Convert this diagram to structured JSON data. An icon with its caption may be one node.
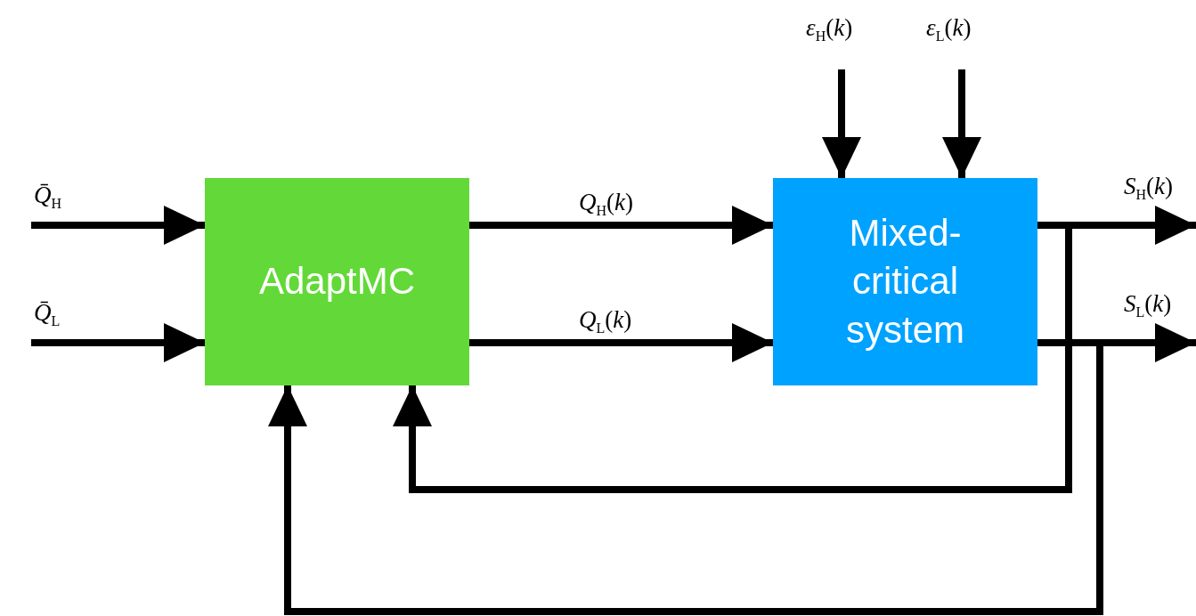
{
  "diagram": {
    "nodes": [
      {
        "text": [
          "AdaptMC"
        ]
      },
      {
        "text": [
          "Mixed-critical system"
        ]
      }
    ],
    "edges": [
      {
        "from": null,
        "to": 0,
        "arrow": "to",
        "label": "*Q̄*$_{H}$"
      },
      {
        "from": null,
        "to": 0,
        "arrow": "to",
        "label": "*Q̄*$_{L}$"
      },
      {
        "from": 0,
        "to": 1,
        "arrow": "to",
        "label": "*Q*$_{H}$(*k*)"
      },
      {
        "from": 0,
        "to": 1,
        "arrow": "to",
        "label": "*Q*$_{L}$(*k*)"
      },
      {
        "from": null,
        "to": 1,
        "arrow": "to",
        "label": "*ε*$_{H}$(*k*)"
      },
      {
        "from": null,
        "to": 1,
        "arrow": "to",
        "label": "*ε*$_{L}$(*k*)"
      },
      {
        "from": 1,
        "to": null,
        "arrow": "to",
        "label": "*S*$_{H}$(*k*)"
      },
      {
        "from": 1,
        "to": null,
        "arrow": "to",
        "label": "*S*$_{L}$(*k*)"
      },
      {
        "from": 1,
        "to": 0,
        "arrow": "to"
      },
      {
        "from": 1,
        "to": 0,
        "arrow": "to"
      }
    ]
  }
}
